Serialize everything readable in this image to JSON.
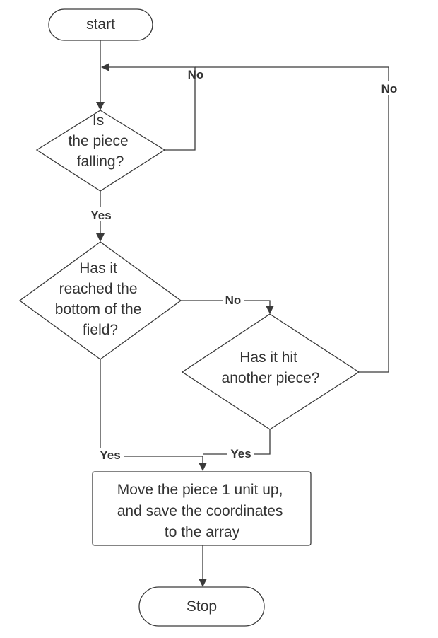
{
  "nodes": {
    "start": {
      "lines": [
        "start"
      ]
    },
    "is_falling": {
      "lines": [
        "Is",
        "the piece",
        "falling?"
      ]
    },
    "reached_bottom": {
      "lines": [
        "Has it",
        "reached the",
        "bottom of the",
        "field?"
      ]
    },
    "hit_piece": {
      "lines": [
        "Has it hit",
        "another piece?"
      ]
    },
    "move_piece": {
      "lines": [
        "Move the piece 1 unit up,",
        "and save the coordinates",
        "to the array"
      ]
    },
    "stop": {
      "lines": [
        "Stop"
      ]
    }
  },
  "edges": {
    "falling_no": "No",
    "falling_yes": "Yes",
    "bottom_no": "No",
    "bottom_yes": "Yes",
    "hit_no": "No",
    "hit_yes": "Yes"
  }
}
